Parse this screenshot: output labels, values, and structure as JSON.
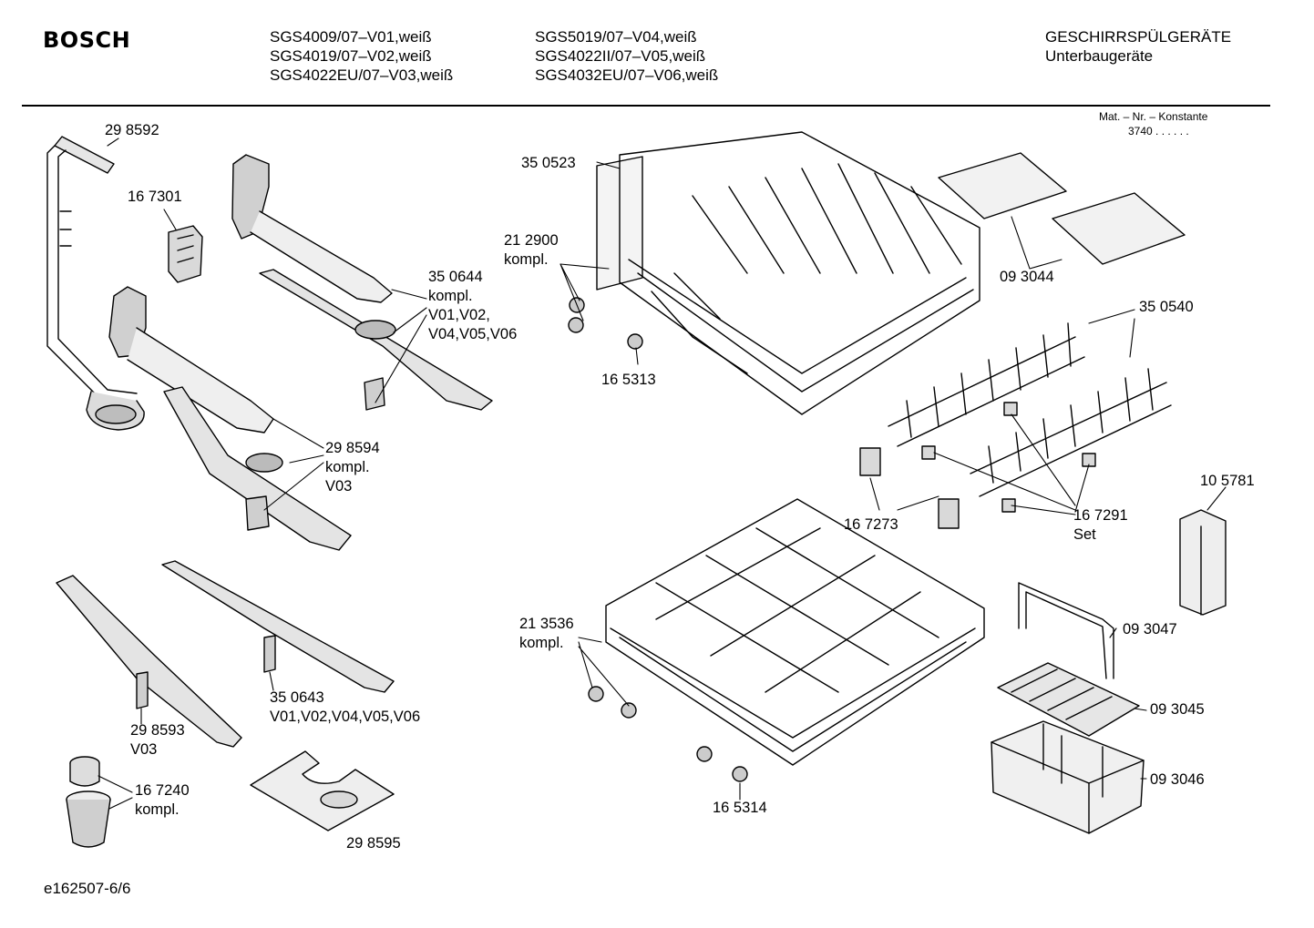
{
  "brand": "BOSCH",
  "models": {
    "col1": [
      "SGS4009/07–V01,weiß",
      "SGS4019/07–V02,weiß",
      "SGS4022EU/07–V03,weiß"
    ],
    "col2": [
      "SGS5019/07–V04,weiß",
      "SGS4022II/07–V05,weiß",
      "SGS4032EU/07–V06,weiß"
    ]
  },
  "category": {
    "title": "GESCHIRRSPÜLGERÄTE",
    "subtitle": "Unterbaugeräte"
  },
  "mat_nr": {
    "label": "Mat. – Nr. – Konstante",
    "code": "3740 .  .  .  .  .  ."
  },
  "parts": {
    "p298592": "29 8592",
    "p167301": "16 7301",
    "p350644": "35 0644",
    "p350644_note": "kompl.",
    "p350644_v1": "V01,V02,",
    "p350644_v2": "V04,V05,V06",
    "p298594": "29 8594",
    "p298594_note": "kompl.",
    "p298594_v": "V03",
    "p298593": "29 8593",
    "p298593_v": "V03",
    "p350643": "35 0643",
    "p350643_v": "V01,V02,V04,V05,V06",
    "p167240": "16 7240",
    "p167240_note": "kompl.",
    "p298595": "29 8595",
    "p350523": "35 0523",
    "p212900": "21 2900",
    "p212900_note": "kompl.",
    "p165313": "16 5313",
    "p093044": "09 3044",
    "p350540": "35 0540",
    "p167273": "16 7273",
    "p167291": "16 7291",
    "p167291_note": "Set",
    "p105781": "10 5781",
    "p213536": "21 3536",
    "p213536_note": "kompl.",
    "p165314": "16 5314",
    "p093047": "09 3047",
    "p093045": "09 3045",
    "p093046": "09 3046"
  },
  "footer": "e162507-6/6"
}
